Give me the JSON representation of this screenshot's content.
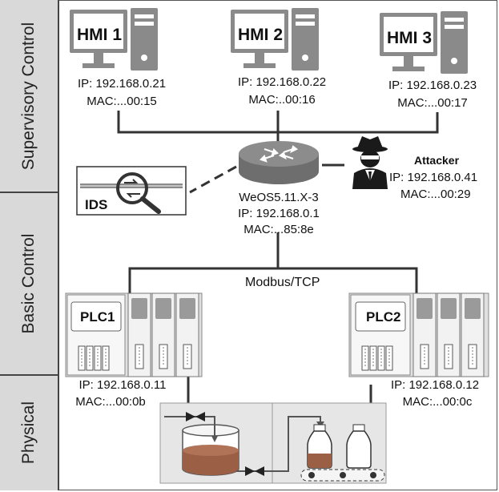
{
  "layers": {
    "supervisory": "Supervisory Control",
    "basic": "Basic Control",
    "physical": "Physical"
  },
  "hmi1": {
    "label": "HMI 1",
    "ip": "IP: 192.168.0.21",
    "mac": "MAC:...00:15"
  },
  "hmi2": {
    "label": "HMI 2",
    "ip": "IP: 192.168.0.22",
    "mac": "MAC:..00:16"
  },
  "hmi3": {
    "label": "HMI 3",
    "ip": "IP: 192.168.0.23",
    "mac": "MAC:...00:17"
  },
  "router": {
    "name": "WeOS5.11.X-3",
    "ip": "IP: 192.168.0.1",
    "mac": "MAC:...85:8e"
  },
  "attacker": {
    "label": "Attacker",
    "ip": "IP: 192.168.0.41",
    "mac": "MAC:...00:29"
  },
  "ids": {
    "label": "IDS"
  },
  "bus": {
    "label": "Modbus/TCP"
  },
  "plc1": {
    "label": "PLC1",
    "ip": "IP: 192.168.0.11",
    "mac": "MAC:...00:0b"
  },
  "plc2": {
    "label": "PLC2",
    "ip": "IP: 192.168.0.12",
    "mac": "MAC:...00:0c"
  },
  "colors": {
    "device_gray": "#8a8a8a",
    "band_gray": "#d9d9d9",
    "line": "#333333",
    "liquid": "#9a5f45"
  }
}
